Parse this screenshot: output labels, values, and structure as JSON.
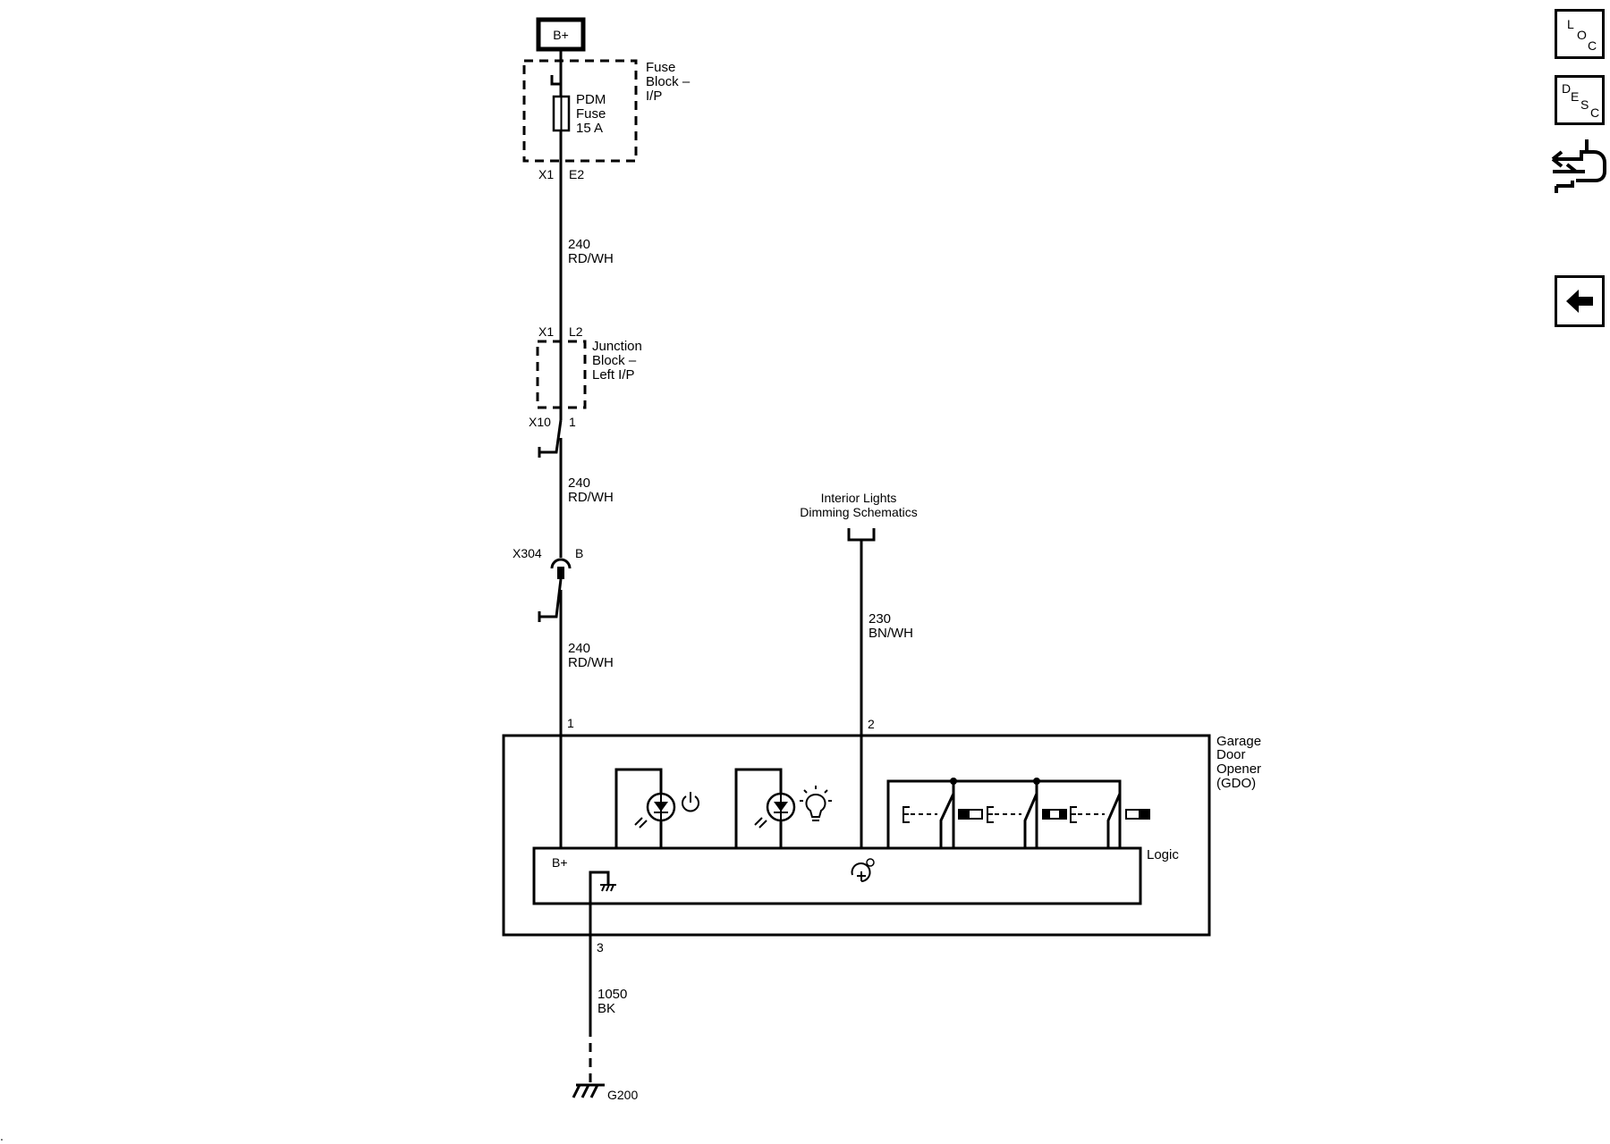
{
  "power": {
    "label": "B+"
  },
  "fuse_block": {
    "name_lines": [
      "Fuse",
      "Block –",
      "I/P"
    ],
    "fuse_lines": [
      "PDM",
      "Fuse",
      "15 A"
    ],
    "connector": "X1",
    "pin": "E2"
  },
  "wires": {
    "w240_a": {
      "circuit": "240",
      "color": "RD/WH"
    },
    "w240_b": {
      "circuit": "240",
      "color": "RD/WH"
    },
    "w240_c": {
      "circuit": "240",
      "color": "RD/WH"
    },
    "w230": {
      "circuit": "230",
      "color": "BN/WH"
    },
    "w1050": {
      "circuit": "1050",
      "color": "BK"
    }
  },
  "junction_block": {
    "name_lines": [
      "Junction",
      "Block –",
      "Left I/P"
    ],
    "in_connector": "X1",
    "in_pin": "L2",
    "out_connector": "X10",
    "out_pin": "1"
  },
  "inline_connector": {
    "name": "X304",
    "pin": "B"
  },
  "interior_lights": {
    "lines": [
      "Interior Lights",
      "Dimming Schematics"
    ]
  },
  "gdo": {
    "name_lines": [
      "Garage",
      "Door",
      "Opener",
      "(GDO)"
    ],
    "pin1": "1",
    "pin2": "2",
    "pin3": "3",
    "logic_label": "Logic",
    "bplus_label": "B+"
  },
  "ground": {
    "name": "G200"
  },
  "nav": {
    "loc": {
      "letters": [
        "L",
        "O",
        "C"
      ]
    },
    "desc": {
      "letters": [
        "D",
        "E",
        "S",
        "C"
      ]
    }
  }
}
